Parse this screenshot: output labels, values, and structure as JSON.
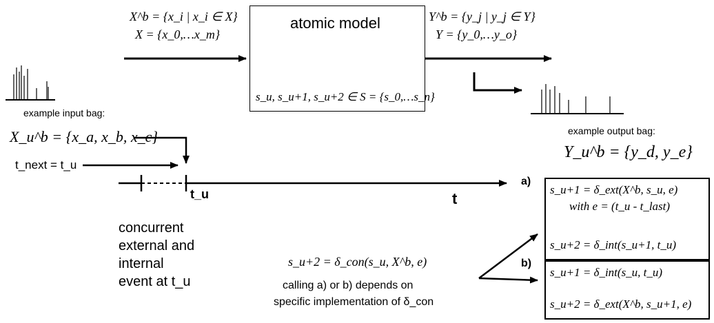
{
  "atomic_model": {
    "title": "atomic model",
    "state_set": "s_u, s_u+1, s_u+2 ∈ S = {s_0,…s_n}"
  },
  "input": {
    "bag_def": "X^b = {x_i | x_i ∈ X}",
    "set_def": "X = {x_0,…x_m}",
    "example_label": "example input bag:",
    "example_bag": "X_u^b = {x_a, x_b, x_c}"
  },
  "output": {
    "bag_def": "Y^b = {y_j | y_j ∈ Y}",
    "set_def": "Y = {y_0,…y_o}",
    "example_label": "example output bag:",
    "example_bag": "Y_u^b = {y_d, y_e}"
  },
  "timeline": {
    "t_next": "t_next = t_u",
    "t_u": "t_u",
    "t": "t"
  },
  "event_note": {
    "line1": "concurrent",
    "line2": "external and",
    "line3": "internal",
    "line4": "event at t_u"
  },
  "confluent": {
    "equation": "s_u+2 = δ_con(s_u, X^b, e)",
    "note_line1": "calling a) or b) depends on",
    "note_line2": "specific implementation of δ_con"
  },
  "option_a": {
    "label": "a)",
    "eq1": "s_u+1 = δ_ext(X^b, s_u, e)",
    "eq1b": "with e = (t_u - t_last)",
    "eq2": "s_u+2 = δ_int(s_u+1, t_u)"
  },
  "option_b": {
    "label": "b)",
    "eq1": "s_u+1 = δ_int(s_u, t_u)",
    "eq2": "s_u+2 = δ_ext(X^b, s_u+1, e)"
  }
}
